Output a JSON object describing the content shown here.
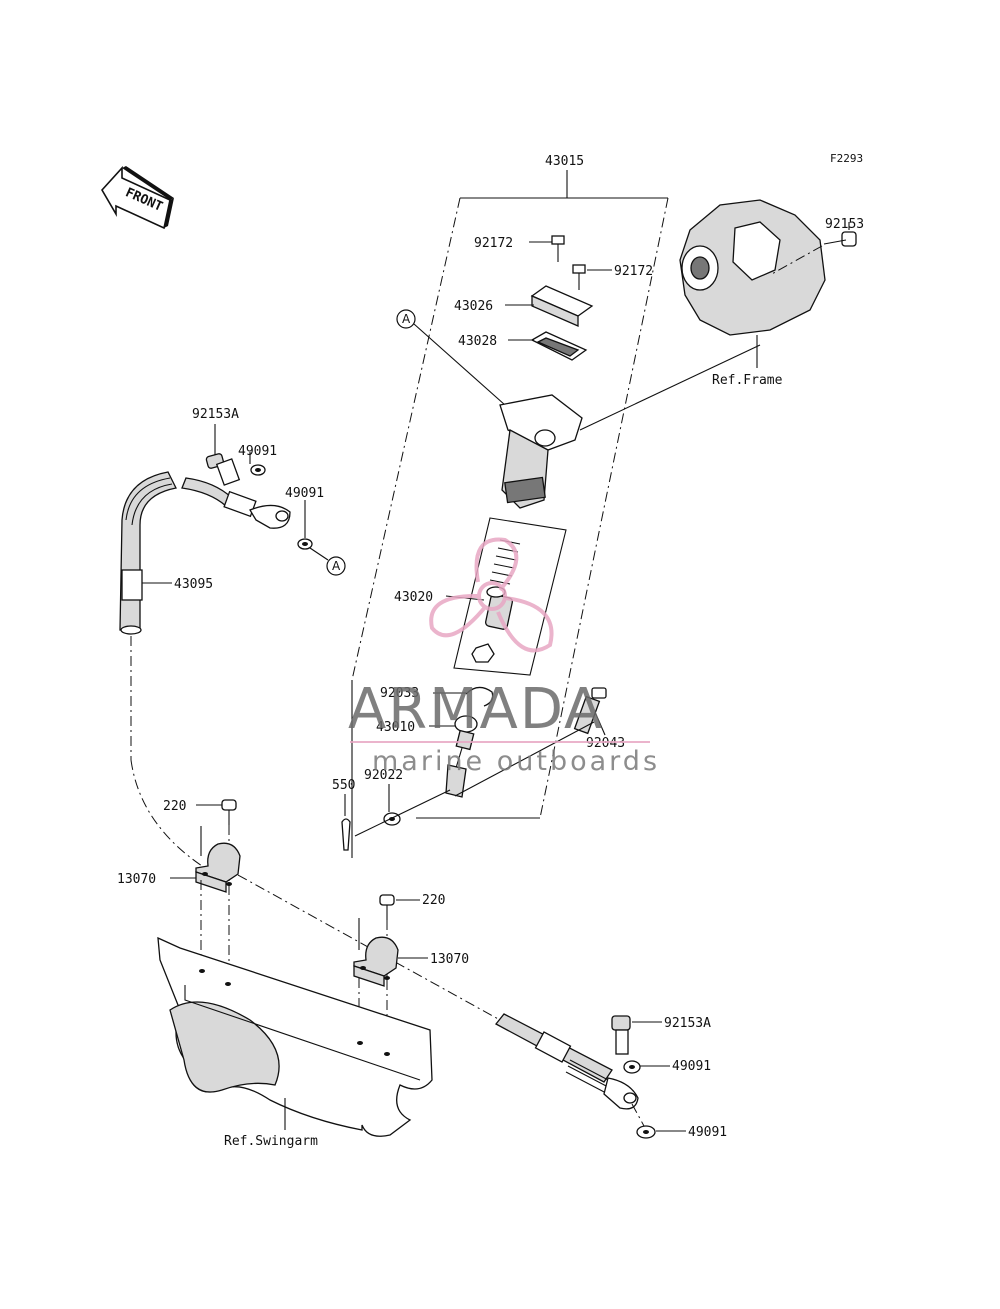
{
  "diagram": {
    "figure_code": "F2293",
    "front_label": "FRONT",
    "callout_a": "A",
    "parts": {
      "p43015": "43015",
      "p92172_top": "92172",
      "p92172_right": "92172",
      "p43026": "43026",
      "p43028": "43028",
      "p92153": "92153",
      "ref_frame": "Ref.Frame",
      "p92153A_top": "92153A",
      "p49091_a": "49091",
      "p49091_b": "49091",
      "p43095": "43095",
      "p43020": "43020",
      "p92033": "92033",
      "p43010": "43010",
      "p92043": "92043",
      "p550": "550",
      "p92022": "92022",
      "p220_a": "220",
      "p13070_a": "13070",
      "p220_b": "220",
      "p13070_b": "13070",
      "p92153A_bottom": "92153A",
      "p49091_c": "49091",
      "p49091_d": "49091",
      "ref_swingarm": "Ref.Swingarm"
    }
  },
  "watermark": {
    "brand": "ARMADA",
    "tagline": "marine outboards",
    "accent_color": "#e8a7c4"
  }
}
